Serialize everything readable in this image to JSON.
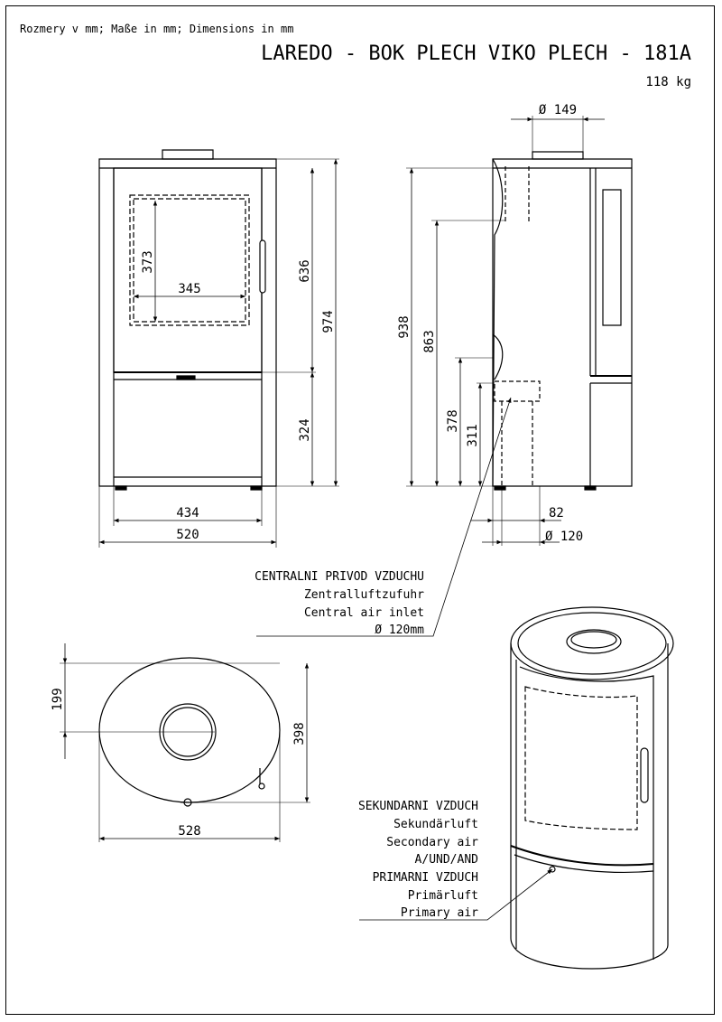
{
  "header": {
    "units_note": "Rozmery v mm; Maße in mm; Dimensions in mm",
    "model_title": "LAREDO - BOK PLECH VIKO PLECH - 181A",
    "weight": "118 kg"
  },
  "front_view": {
    "dim_glass_height": "373",
    "dim_glass_width": "345",
    "dim_door_height": "636",
    "dim_total_height": "974",
    "dim_base_height": "324",
    "dim_inner_width": "434",
    "dim_outer_width": "520"
  },
  "side_view": {
    "dim_top_flue": "Ø 149",
    "dim_height_938": "938",
    "dim_height_863": "863",
    "dim_height_378": "378",
    "dim_height_311": "311",
    "dim_82": "82",
    "dim_inlet_diameter": "Ø 120"
  },
  "central_air_label": {
    "line1": "CENTRALNI PRIVOD VZDUCHU",
    "line2": "Zentralluftzufuhr",
    "line3": "Central air inlet",
    "line4": "Ø 120mm"
  },
  "top_view": {
    "dim_199": "199",
    "dim_398": "398",
    "dim_528": "528"
  },
  "air_label": {
    "line1": "SEKUNDARNI VZDUCH",
    "line2": "Sekundärluft",
    "line3": "Secondary air",
    "line4": "A/UND/AND",
    "line5": "PRIMARNI VZDUCH",
    "line6": "Primärluft",
    "line7": "Primary air"
  }
}
